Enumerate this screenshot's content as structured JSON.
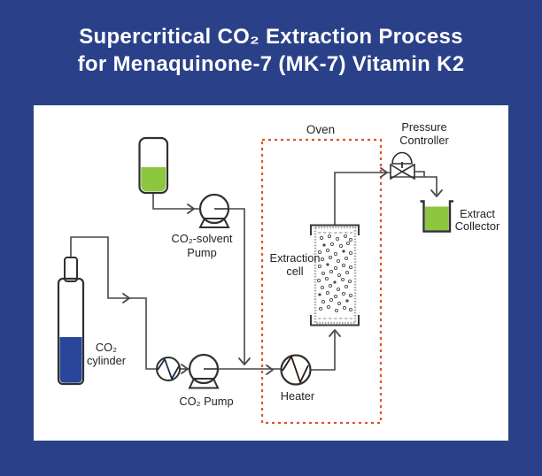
{
  "title": {
    "line1": "Supercritical CO₂ Extraction Process",
    "line2": "for Menaquinone-7 (MK-7) Vitamin K2"
  },
  "diagram": {
    "labels": {
      "oven": "Oven",
      "pressure_controller_line1": "Pressure",
      "pressure_controller_line2": "Controller",
      "extract_collector_line1": "Extract",
      "extract_collector_line2": "Collector",
      "extraction_cell_line1": "Extraction",
      "extraction_cell_line2": "cell",
      "co2_solvent_pump_line1": "CO₂-solvent",
      "co2_solvent_pump_line2": "Pump",
      "co2_cylinder_line1": "CO₂",
      "co2_cylinder_line2": "cylinder",
      "co2_pump": "CO₂ Pump",
      "heater": "Heater"
    },
    "colors": {
      "background": "#2A4189",
      "panel": "#FFFFFF",
      "title_text": "#FFFFFF",
      "pipe_line": "#474747",
      "label_text": "#222222",
      "cylinder_liquid": "#29469B",
      "solvent_liquid": "#8DC63F",
      "extract_liquid": "#8DC63F",
      "cooler_fill": "#29ABE2",
      "heater_fill": "#F15A29",
      "pump_fill": "#909295",
      "valve_fill": "#909295",
      "oven_border": "#E05328"
    }
  }
}
